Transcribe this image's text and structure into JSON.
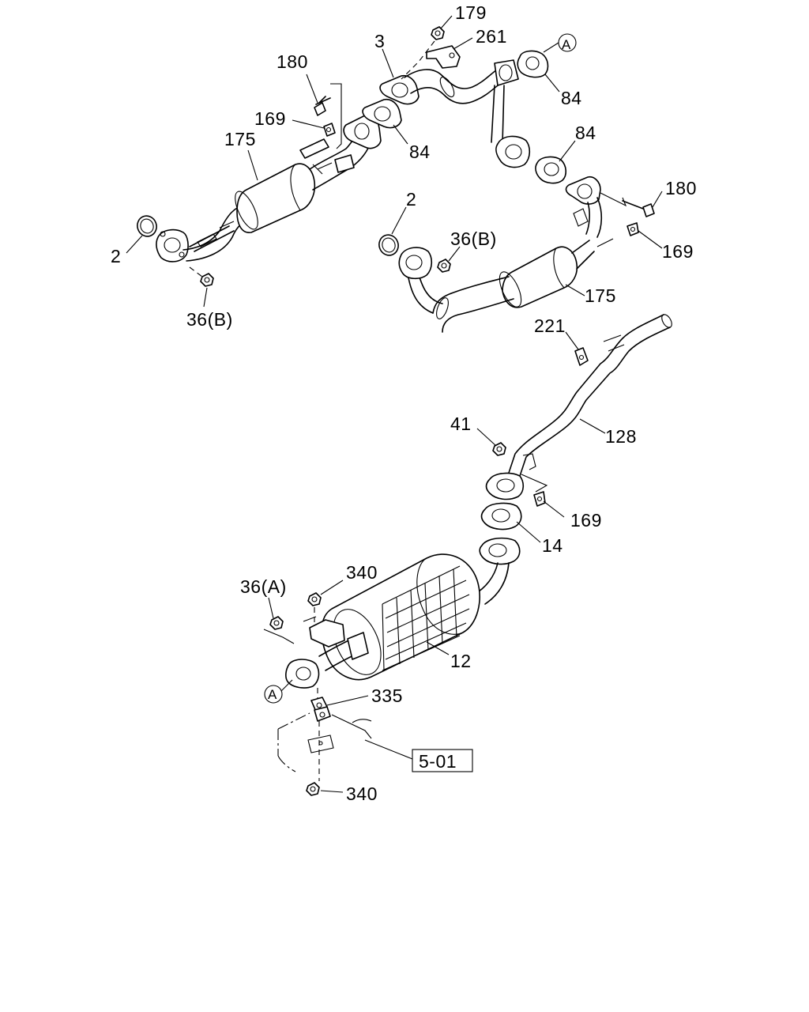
{
  "callouts": {
    "c179": "179",
    "c261": "261",
    "c3": "3",
    "cA_top": "A",
    "c84_a": "84",
    "c180_left": "180",
    "c169_left": "169",
    "c84_b": "84",
    "c175_left": "175",
    "c2_left": "2",
    "c36b_left": "36(B)",
    "c84_c": "84",
    "c180_right": "180",
    "c2_mid": "2",
    "c36b_mid": "36(B)",
    "c169_right": "169",
    "c175_right": "175",
    "c221": "221",
    "c128": "128",
    "c41": "41",
    "c169_low": "169",
    "c14": "14",
    "c340_top": "340",
    "c36a": "36(A)",
    "c12": "12",
    "cA_bot": "A",
    "c335": "335",
    "ref_box": "5-01",
    "c340_bot": "340"
  }
}
